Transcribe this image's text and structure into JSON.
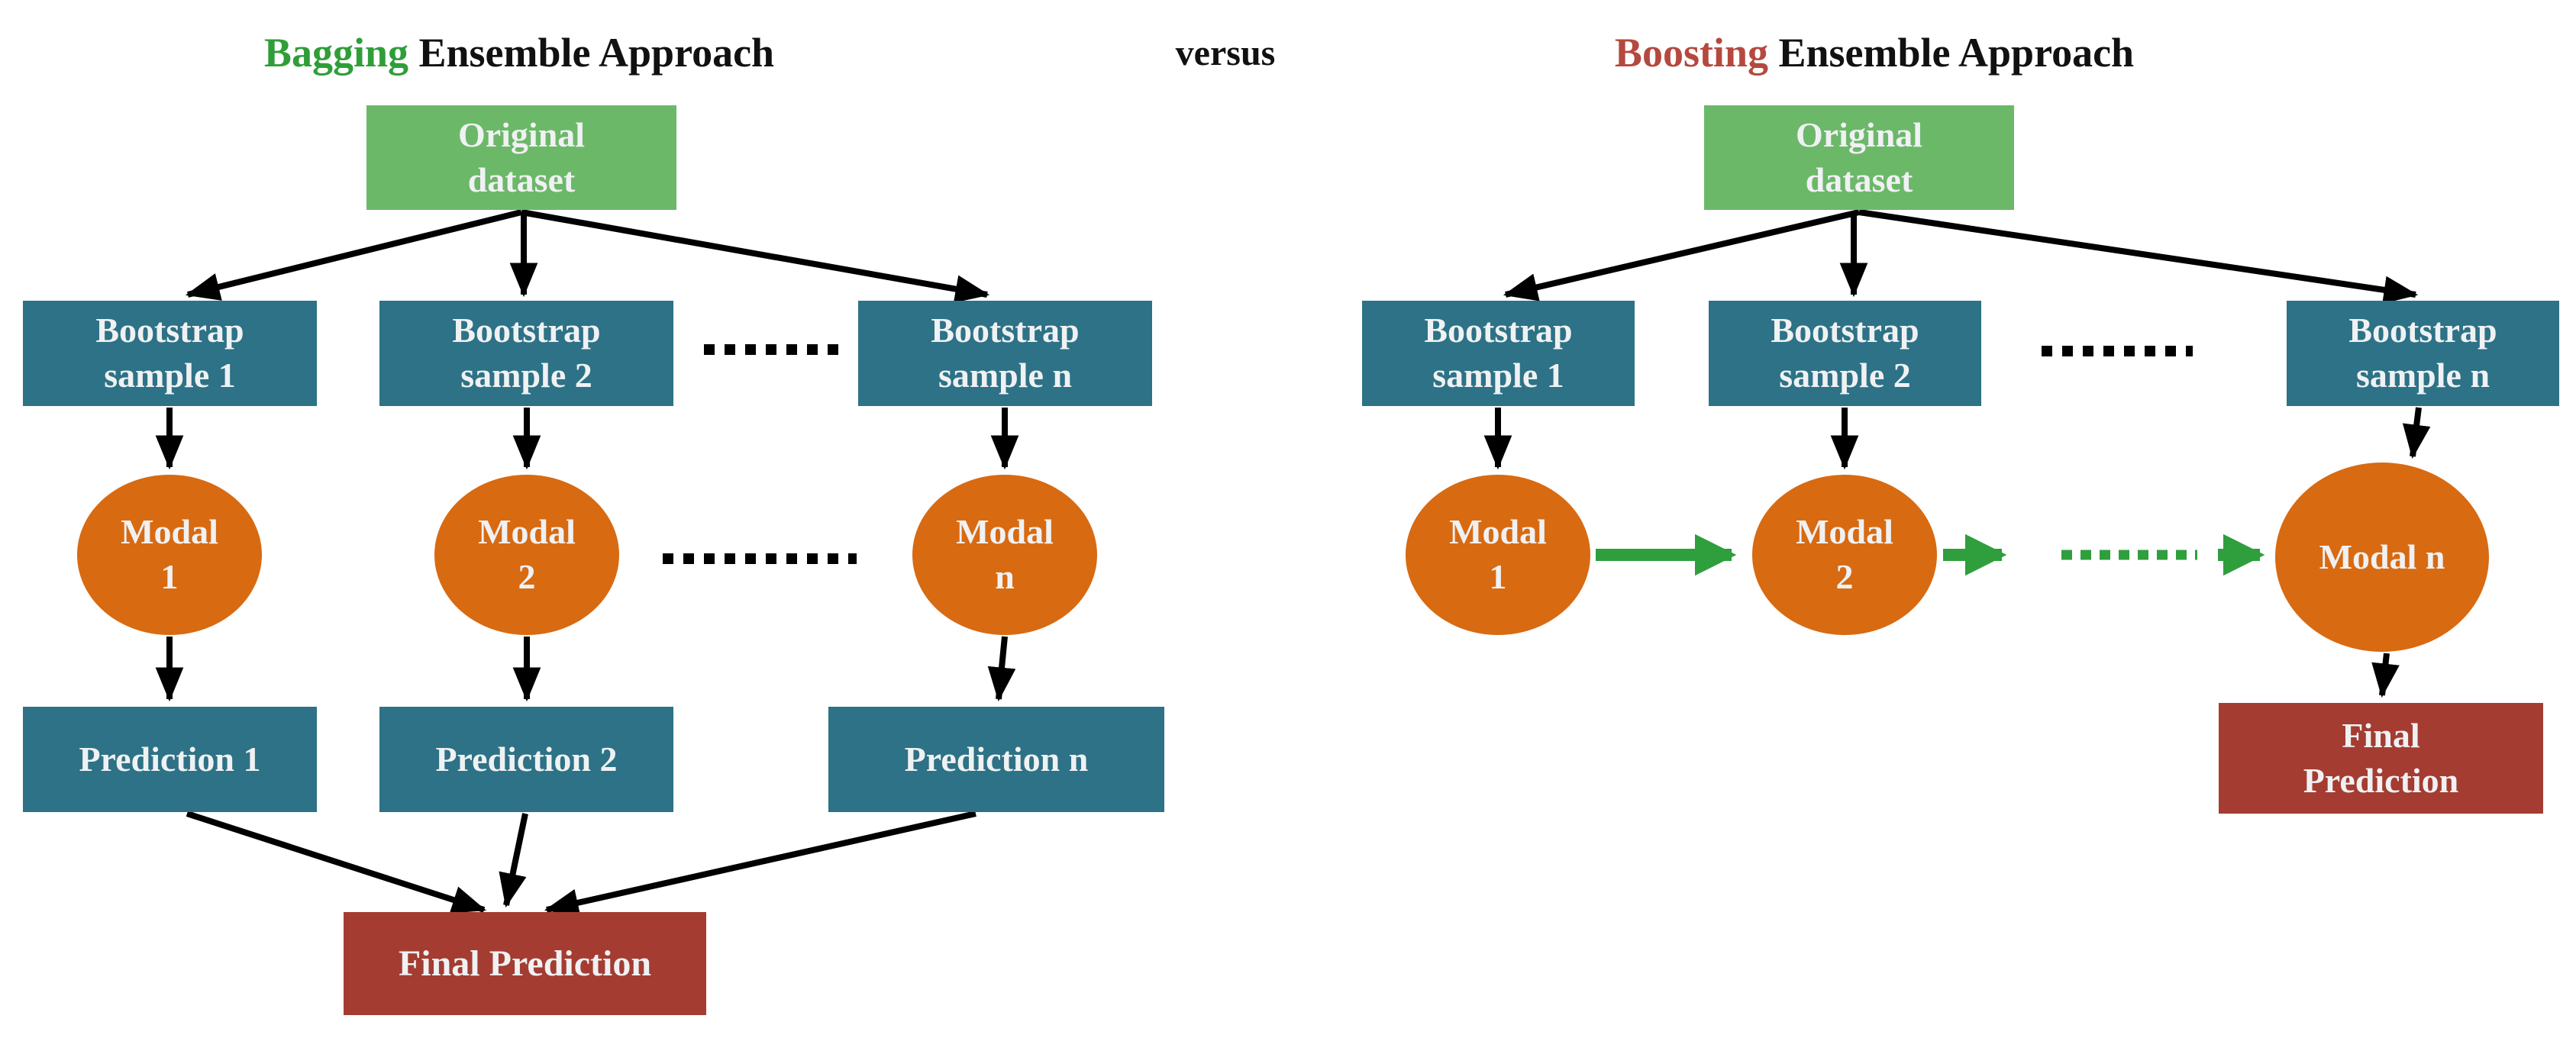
{
  "titles": {
    "left_highlight": "Bagging",
    "left_rest": " Ensemble Approach",
    "versus": "versus",
    "right_highlight": "Boosting",
    "right_rest": " Ensemble Approach"
  },
  "colors": {
    "title-green": "#2f9e38",
    "title-maroon": "#b5493f",
    "box-green": "#6bb869",
    "box-teal": "#2d7286",
    "node-orange": "#d86a12",
    "box-maroon": "#a43c31",
    "arrow-green": "#2f9e3d",
    "arrow-black": "#000000",
    "text-light": "#f0f1f3",
    "text-dark": "#111111"
  },
  "left": {
    "dataset": {
      "line1": "Original",
      "line2": "dataset"
    },
    "samples": [
      {
        "line1": "Bootstrap",
        "line2": "sample 1"
      },
      {
        "line1": "Bootstrap",
        "line2": "sample 2"
      },
      {
        "line1": "Bootstrap",
        "line2": "sample n"
      }
    ],
    "models": [
      {
        "line1": "Modal",
        "line2": "1"
      },
      {
        "line1": "Modal",
        "line2": "2"
      },
      {
        "line1": "Modal",
        "line2": "n"
      }
    ],
    "predictions": [
      {
        "label": "Prediction 1"
      },
      {
        "label": "Prediction 2"
      },
      {
        "label": "Prediction n"
      }
    ],
    "final": {
      "label": "Final Prediction"
    }
  },
  "right": {
    "dataset": {
      "line1": "Original",
      "line2": "dataset"
    },
    "samples": [
      {
        "line1": "Bootstrap",
        "line2": "sample 1"
      },
      {
        "line1": "Bootstrap",
        "line2": "sample 2"
      },
      {
        "line1": "Bootstrap",
        "line2": "sample n"
      }
    ],
    "models": [
      {
        "line1": "Modal",
        "line2": "1"
      },
      {
        "line1": "Modal",
        "line2": "2"
      }
    ],
    "model_n": {
      "label": "Modal n"
    },
    "final": {
      "line1": "Final",
      "line2": "Prediction"
    }
  }
}
